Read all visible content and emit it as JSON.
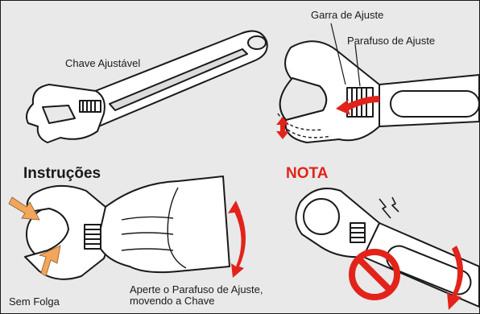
{
  "labels": {
    "adjustable_wrench": "Chave Ajustável",
    "adjusting_jaw": "Garra de Ajuste",
    "adjusting_screw": "Parafuso de Ajuste",
    "instructions": "Instruções",
    "note": "NOTA",
    "no_play": "Sem Folga",
    "tighten_line1": "Aperte o Parafuso de Ajuste,",
    "tighten_line2": "movendo a Chave"
  },
  "colors": {
    "background": "#e9e9ea",
    "arrow_red": "#e2231a",
    "arrow_orange": "#f2a65a",
    "outline": "#1a1a1a",
    "note_red": "#e2231a"
  },
  "icons": [
    "adjustable-wrench-illustration",
    "wrench-jaw-closeup",
    "hand-holding-wrench",
    "wrench-on-nut-prohibited",
    "prohibition-sign",
    "curved-arrow"
  ]
}
